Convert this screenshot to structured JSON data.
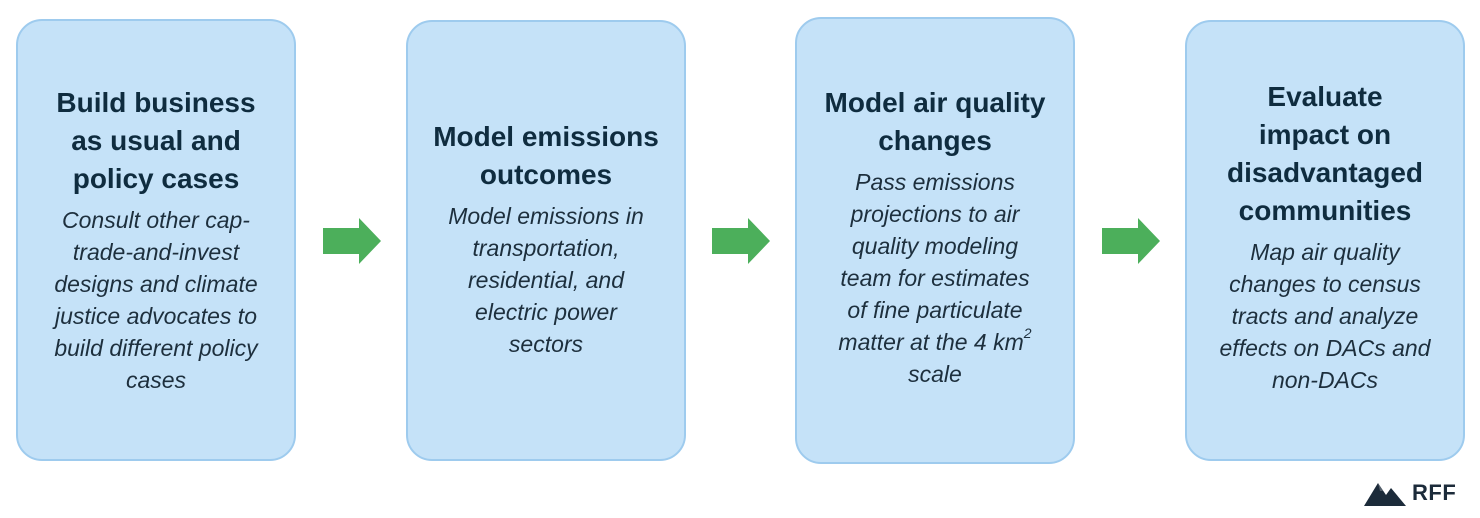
{
  "steps": [
    {
      "title": "Build business\nas usual and\npolicy cases",
      "description": "Consult other cap-\ntrade-and-invest\ndesigns and climate\njustice advocates to\nbuild different policy\ncases"
    },
    {
      "title": "Model emissions\noutcomes",
      "description": "Model emissions in\ntransportation,\nresidential, and\nelectric power\nsectors"
    },
    {
      "title": "Model air quality\nchanges",
      "description_lines": [
        "Pass emissions",
        "projections to air",
        "quality modeling",
        "team for estimates",
        "of fine particulate",
        "matter at the 4 km"
      ],
      "description_superscript": "2",
      "description_tail": "scale"
    },
    {
      "title": "Evaluate\nimpact on\ndisadvantaged\ncommunities",
      "description": "Map air quality\nchanges to census\ntracts and  analyze\neffects on DACs and\nnon-DACs"
    }
  ],
  "arrow_color": "#4caf5b",
  "box_fill": "#c5e2f8",
  "box_border": "#9ecbee",
  "logo": {
    "text": "RFF",
    "icon": "mountain-logo-icon"
  }
}
